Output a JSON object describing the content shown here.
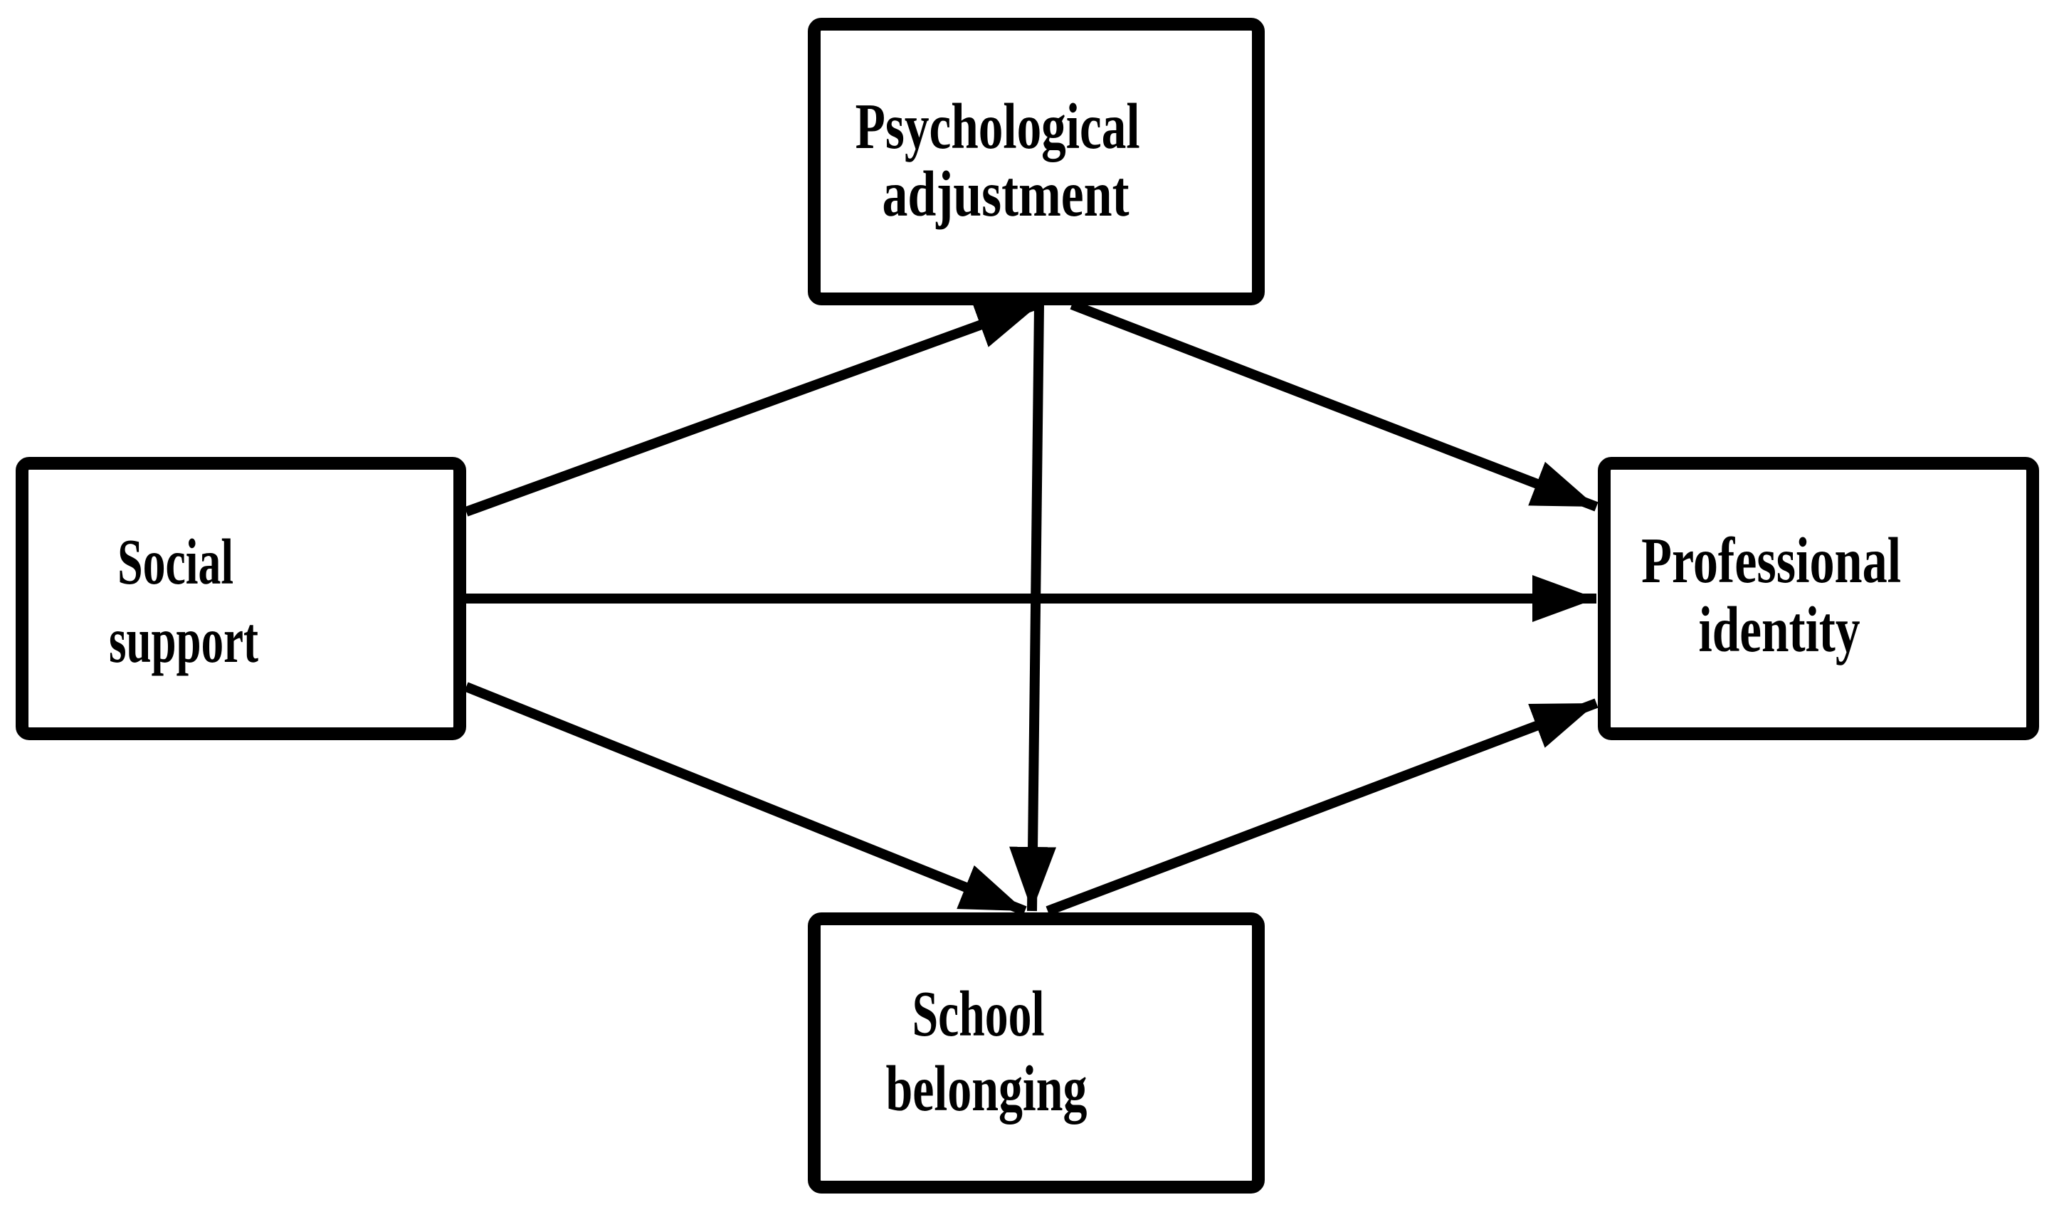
{
  "diagram": {
    "kind": "path-model-diagram",
    "background_color": "#ffffff",
    "node_fill_color": "#ffffff",
    "node_border_color": "#000000",
    "arrow_color": "#000000",
    "nodes": [
      {
        "id": "psychological-adjustment",
        "lines": [
          "Psychological",
          "adjustment"
        ]
      },
      {
        "id": "social-support",
        "lines": [
          "Social",
          "support"
        ]
      },
      {
        "id": "professional-identity",
        "lines": [
          "Professional",
          "identity"
        ]
      },
      {
        "id": "school-belonging",
        "lines": [
          "School",
          "belonging"
        ]
      }
    ],
    "edges": [
      {
        "from": "social-support",
        "to": "psychological-adjustment"
      },
      {
        "from": "social-support",
        "to": "professional-identity"
      },
      {
        "from": "social-support",
        "to": "school-belonging"
      },
      {
        "from": "psychological-adjustment",
        "to": "professional-identity"
      },
      {
        "from": "psychological-adjustment",
        "to": "school-belonging"
      },
      {
        "from": "school-belonging",
        "to": "professional-identity"
      }
    ]
  }
}
